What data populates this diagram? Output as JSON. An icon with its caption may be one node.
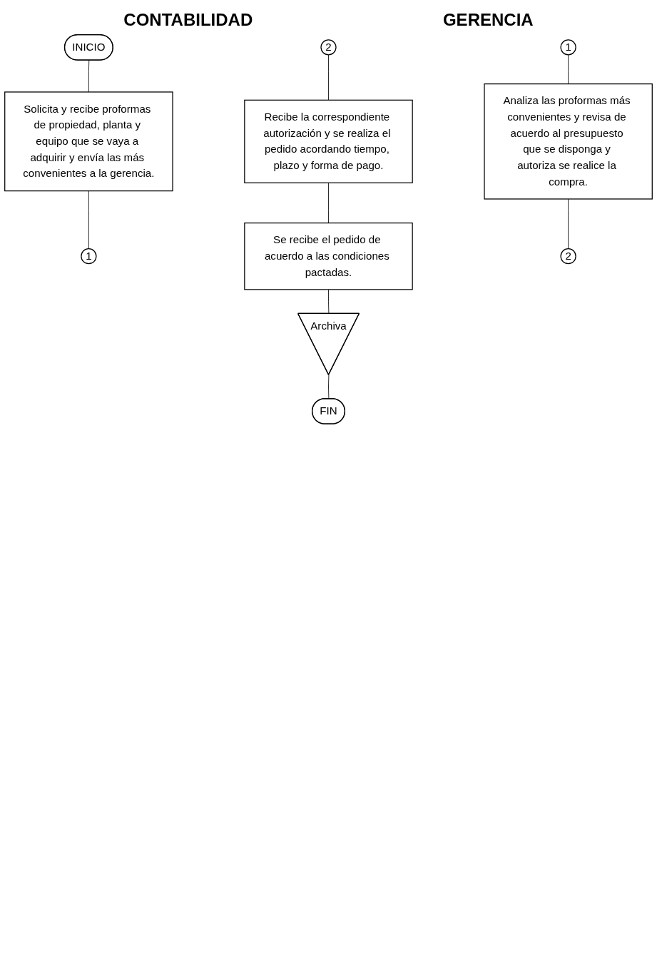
{
  "diagram": {
    "nodes": [
      {
        "text": [
          "INICIO"
        ]
      },
      {
        "text": [
          "Solicita y recibe proformas de propiedad, planta y equipo que se vaya a adquirir y envía las más convenientes a la gerencia."
        ]
      },
      {
        "text": [
          "1"
        ]
      },
      {
        "text": [
          "2"
        ]
      },
      {
        "text": [
          "Recibe la correspondiente autorización y se realiza el pedido acordando tiempo, plazo y forma de pago."
        ]
      },
      {
        "text": [
          "Se recibe el pedido de acuerdo a las condiciones pactadas."
        ]
      },
      {
        "text": [
          "Archiva"
        ]
      },
      {
        "text": [
          "FIN"
        ]
      },
      {
        "text": [
          "1"
        ]
      },
      {
        "text": [
          "Analiza las proformas más convenientes y revisa de acuerdo al presupuesto que se disponga y autoriza se realice la compra."
        ]
      },
      {
        "text": [
          "2"
        ]
      }
    ],
    "edges": [
      {
        "from": 0,
        "to": 1,
        "arrow": "none"
      },
      {
        "from": 1,
        "to": 2,
        "arrow": "none"
      },
      {
        "from": 3,
        "to": 4,
        "arrow": "none"
      },
      {
        "from": 4,
        "to": 5,
        "arrow": "none"
      },
      {
        "from": 5,
        "to": 6,
        "arrow": "none"
      },
      {
        "from": 6,
        "to": 7,
        "arrow": "none"
      },
      {
        "from": 8,
        "to": 9,
        "arrow": "none"
      },
      {
        "from": 9,
        "to": 10,
        "arrow": "none"
      }
    ],
    "labels": [
      "CONTABILIDAD",
      "GERENCIA"
    ]
  }
}
